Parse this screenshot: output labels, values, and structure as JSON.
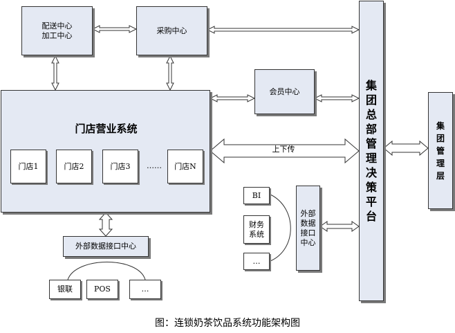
{
  "nodes": {
    "distribution_center": [
      "配送中心",
      "加工中心"
    ],
    "purchase_center": "采购中心",
    "member_center": "会员中心",
    "store_system": {
      "title": "门店营业系统",
      "stores": [
        "门店1",
        "门店2",
        "门店3",
        "……",
        "门店N"
      ]
    },
    "upload_label": "上下传",
    "group_platform": [
      "集",
      "团",
      "总",
      "部",
      "管",
      "理",
      "决",
      "策",
      "平",
      "台"
    ],
    "group_management": [
      "集",
      "团",
      "管",
      "理",
      "层"
    ],
    "external_interface_bottom": "外部数据接口中心",
    "payment_items": [
      "银联",
      "POS",
      "…"
    ],
    "bi_items": [
      "BI",
      "财务系统",
      "…"
    ],
    "external_interface_right": [
      "外部",
      "数据",
      "接口",
      "中心"
    ]
  },
  "caption": "图：连锁奶茶饮品系统功能架构图",
  "colors": {
    "box_fill": "#e4e9f3",
    "border": "#333333",
    "shadow": "#7a7a7a"
  }
}
